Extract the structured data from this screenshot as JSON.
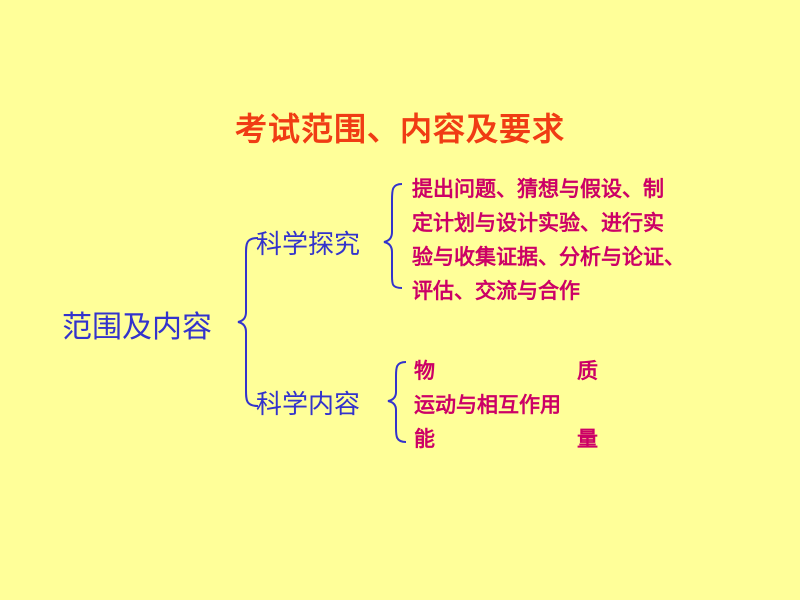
{
  "title": "考试范围、内容及要求",
  "root": "范围及内容",
  "branches": [
    {
      "label": "科学探究",
      "lines": [
        "提出问题、猜想与假设、制",
        "定计划与设计实验、进行实",
        "验与收集证据、分析与论证、",
        "评估、交流与合作"
      ]
    },
    {
      "label": "科学内容",
      "rows": [
        {
          "left": "物",
          "right": "质"
        },
        {
          "left": "运动与相互作用",
          "right": ""
        },
        {
          "left": "能",
          "right": "量"
        }
      ]
    }
  ],
  "colors": {
    "background": "#FFFF99",
    "title": "#F03C14",
    "node": "#3333CC",
    "leaf": "#CC0066"
  }
}
